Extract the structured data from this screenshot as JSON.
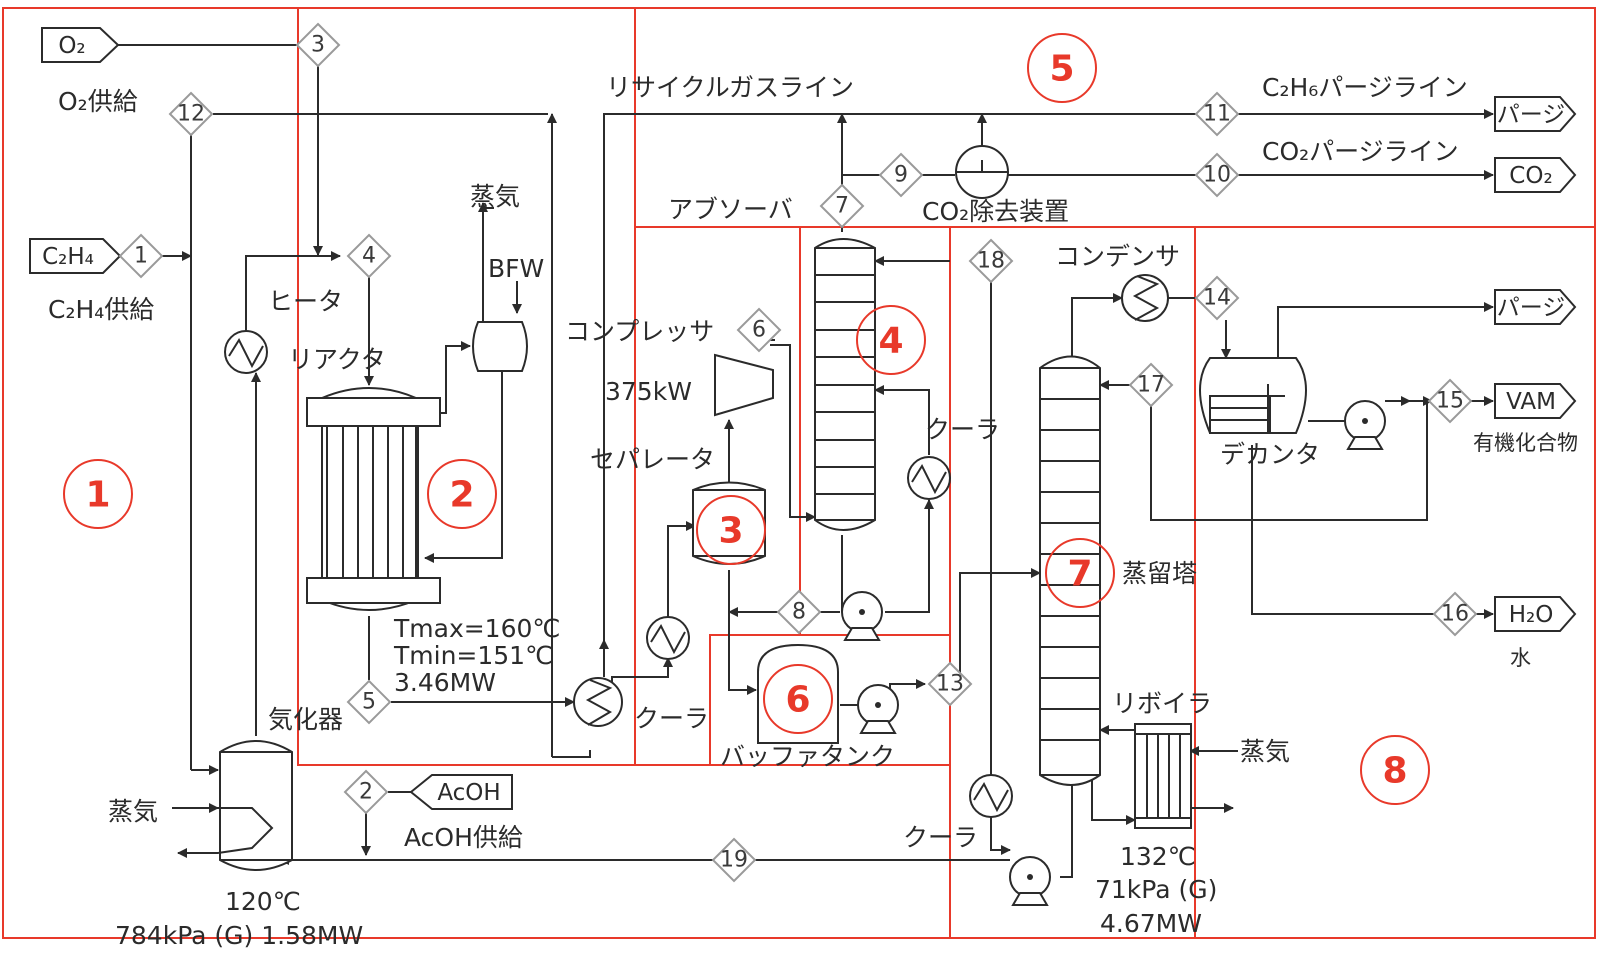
{
  "labels": {
    "o2_supply": "O₂供給",
    "c2h4_supply": "C₂H₄供給",
    "heater": "ヒータ",
    "reactor": "リアクタ",
    "steam_top": "蒸気",
    "bfw": "BFW",
    "compressor": "コンプレッサ",
    "compressor_power": "375kW",
    "separator": "セパレータ",
    "recycle_gas_line": "リサイクルガスライン",
    "absorber": "アブソーバ",
    "co2_removal": "CO₂除去装置",
    "c2h6_purge_line": "C₂H₆パージライン",
    "co2_purge_line": "CO₂パージライン",
    "cooler_absorber": "クーラ",
    "condenser": "コンデンサ",
    "decanter": "デカンタ",
    "organics": "有機化合物",
    "water": "水",
    "distillation_tower": "蒸留塔",
    "reboiler": "リボイラ",
    "steam_reboiler": "蒸気",
    "buffer_tank": "バッファタンク",
    "cooler_separator": "クーラ",
    "cooler_bottom": "クーラ",
    "vaporizer": "気化器",
    "steam_vaporizer": "蒸気",
    "acoh_supply": "AcOH供給",
    "reactor_tmax": "Tmax=160℃",
    "reactor_tmin": "Tmin=151℃",
    "reactor_duty": "3.46MW",
    "vaporizer_temp": "120℃",
    "vaporizer_cond": "784kPa (G)   1.58MW",
    "reboiler_temp": "132℃",
    "reboiler_press": "71kPa (G)",
    "reboiler_duty": "4.67MW"
  },
  "terminals": {
    "o2": "O₂",
    "c2h4": "C₂H₄",
    "acoh": "AcOH",
    "purge_c2h6": "パージ",
    "co2": "CO₂",
    "purge_decanter": "パージ",
    "vam": "VAM",
    "h2o": "H₂O"
  },
  "streams": [
    "1",
    "2",
    "3",
    "4",
    "5",
    "6",
    "7",
    "8",
    "9",
    "10",
    "11",
    "12",
    "13",
    "14",
    "15",
    "16",
    "17",
    "18",
    "19"
  ],
  "zones": [
    "1",
    "2",
    "3",
    "4",
    "5",
    "6",
    "7",
    "8"
  ],
  "colors": {
    "zone": "#e8392a",
    "line": "#2b2b2b",
    "stream_diamond": "#9a9a9a"
  }
}
